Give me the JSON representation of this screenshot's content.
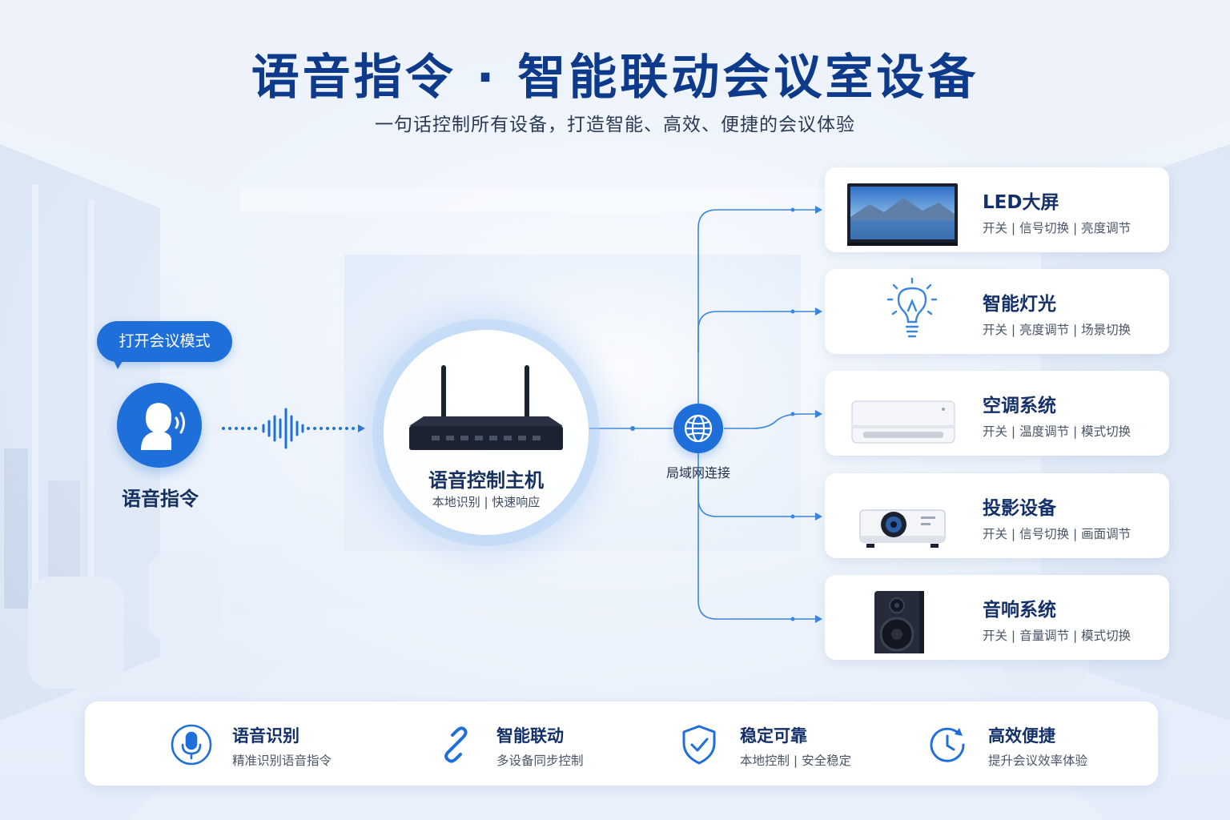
{
  "header": {
    "title": "语音指令 · 智能联动会议室设备",
    "subtitle": "一句话控制所有设备，打造智能、高效、便捷的会议体验"
  },
  "voice": {
    "bubble_text": "打开会议模式",
    "label": "语音指令",
    "icon": "voice-user-icon"
  },
  "host": {
    "title": "语音控制主机",
    "subtitle": "本地识别 | 快速响应",
    "icon": "router-icon"
  },
  "network": {
    "label": "局域网连接",
    "icon": "globe-icon"
  },
  "devices": [
    {
      "name": "LED大屏",
      "ops": "开关 | 信号切换 | 亮度调节",
      "icon": "led-screen-icon"
    },
    {
      "name": "智能灯光",
      "ops": "开关 | 亮度调节 | 场景切换",
      "icon": "lightbulb-icon"
    },
    {
      "name": "空调系统",
      "ops": "开关 | 温度调节 | 模式切换",
      "icon": "air-conditioner-icon"
    },
    {
      "name": "投影设备",
      "ops": "开关 | 信号切换 | 画面调节",
      "icon": "projector-icon"
    },
    {
      "name": "音响系统",
      "ops": "开关 | 音量调节 | 模式切换",
      "icon": "speaker-icon"
    }
  ],
  "features": [
    {
      "title": "语音识别",
      "sub": "精准识别语音指令",
      "icon": "microphone-icon"
    },
    {
      "title": "智能联动",
      "sub": "多设备同步控制",
      "icon": "link-icon"
    },
    {
      "title": "稳定可靠",
      "sub": "本地控制 | 安全稳定",
      "icon": "shield-check-icon"
    },
    {
      "title": "高效便捷",
      "sub": "提升会议效率体验",
      "icon": "clock-icon"
    }
  ],
  "colors": {
    "accent": "#1e6fd9",
    "title": "#0d3a8a",
    "text_dark": "#14306a"
  }
}
